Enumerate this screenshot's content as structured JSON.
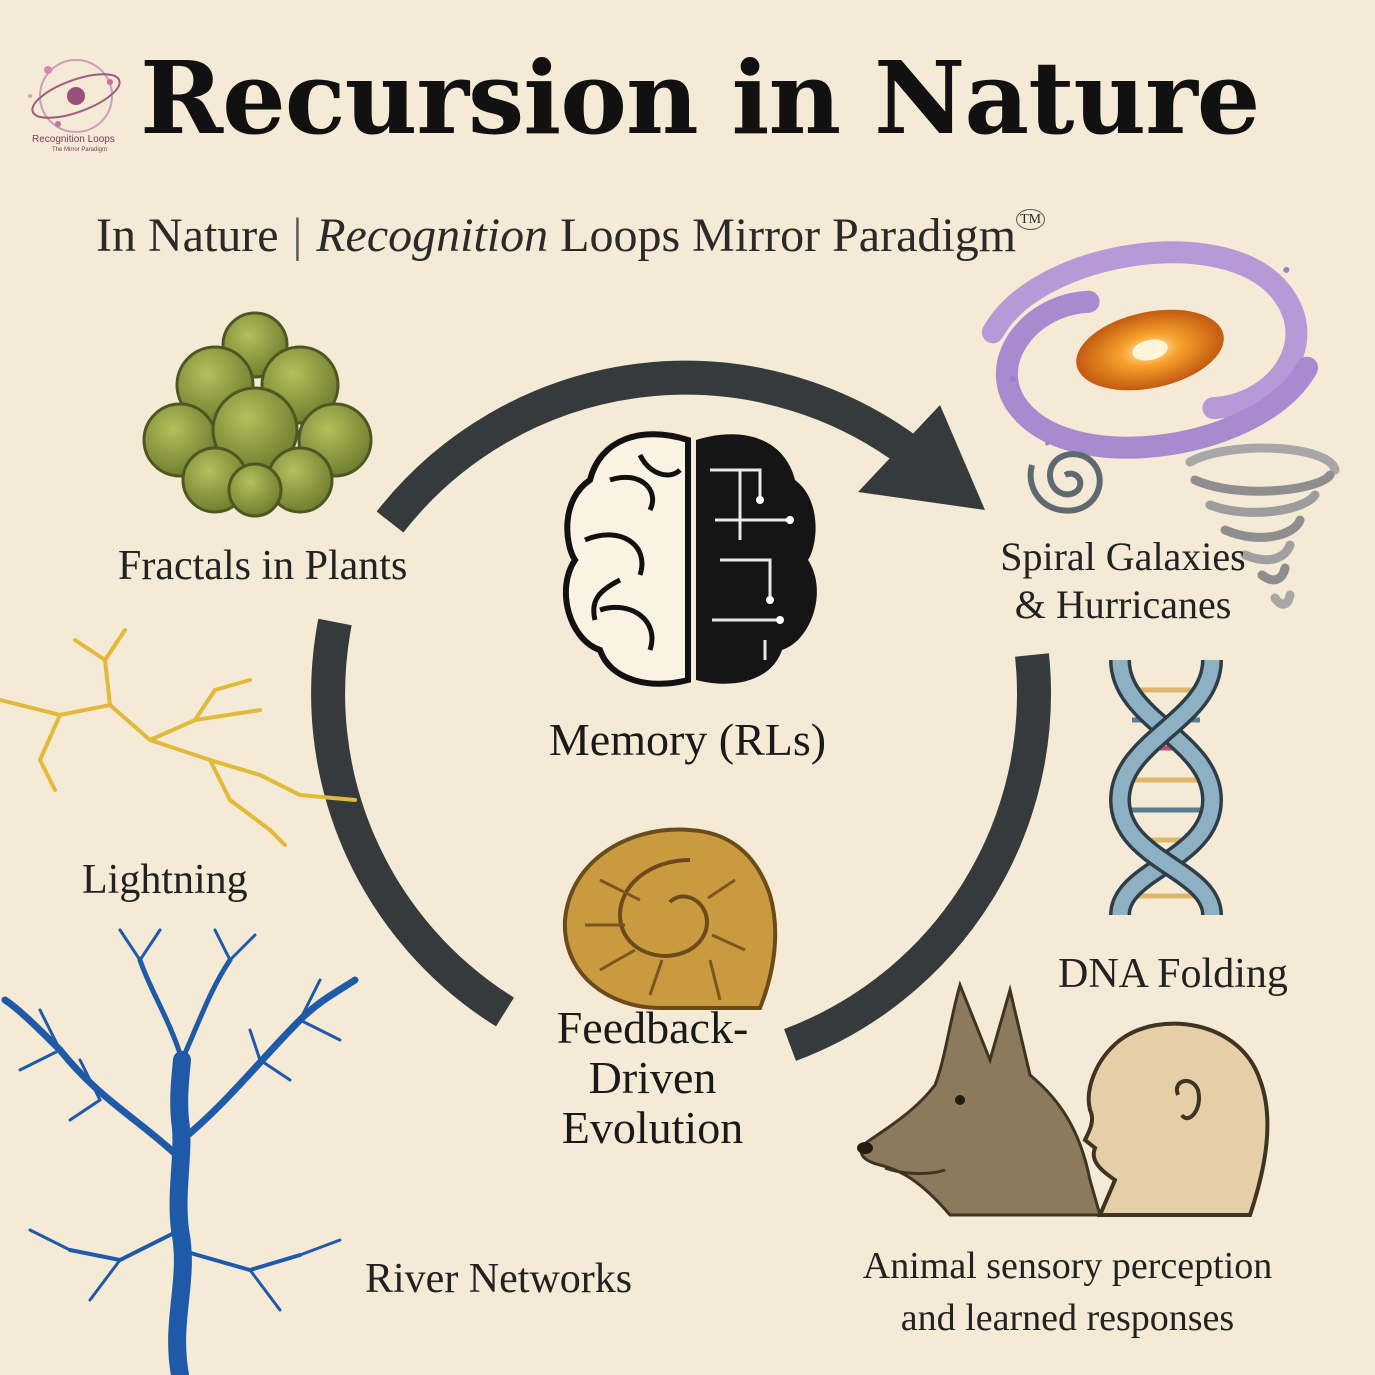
{
  "logo": {
    "name": "Recognition Loops",
    "tagline": "The Mirror Paradigm"
  },
  "header": {
    "title": "Recursion in Nature",
    "subtitle_left": "In Nature",
    "subtitle_separator": "|",
    "subtitle_italic": "Recognition",
    "subtitle_rest": "Loops Mirror Paradigm",
    "trademark": "TM"
  },
  "cycle": {
    "center_top": "Memory (RLs)",
    "center_bottom_lines": [
      "Feedback-",
      "Driven",
      "Evolution"
    ]
  },
  "examples": {
    "fractals": "Fractals in Plants",
    "spiral_line1": "Spiral Galaxies",
    "spiral_line2": "& Hurricanes",
    "lightning": "Lightning",
    "dna": "DNA Folding",
    "rivers": "River Networks",
    "animal_line1": "Animal sensory perception",
    "animal_line2": "and learned responses"
  },
  "colors": {
    "background": "#f5ead6",
    "arrow": "#353b3d",
    "plant": "#8f9a42",
    "galaxy": "#b69ad8",
    "galaxy_core": "#f08a1c",
    "lightning": "#e2b93a",
    "river": "#1f5aa8",
    "dna": "#7fa2b6",
    "shell": "#c99a3f",
    "wolf": "#8d7a5d",
    "head": "#e6cfa6"
  }
}
